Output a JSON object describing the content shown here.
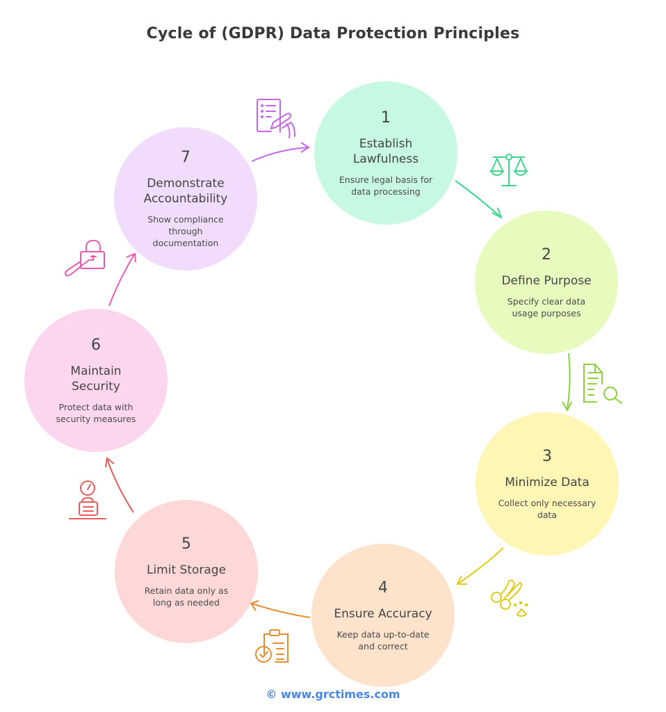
{
  "title": "Cycle of (GDPR) Data Protection Principles",
  "footer": "© www.grctimes.com",
  "steps": [
    {
      "number": "1",
      "heading": "Establish Lawfulness",
      "description": "Ensure legal basis for data processing",
      "icon": "scales-icon",
      "fill": "#c6f8e2",
      "accent": "#3dd68c"
    },
    {
      "number": "2",
      "heading": "Define Purpose",
      "description": "Specify clear data usage purposes",
      "icon": "document-search-icon",
      "fill": "#e8fbbf",
      "accent": "#8bd13b"
    },
    {
      "number": "3",
      "heading": "Minimize Data",
      "description": "Collect only necessary data",
      "icon": "scissors-icon",
      "fill": "#fdf6b5",
      "accent": "#e0cb1a"
    },
    {
      "number": "4",
      "heading": "Ensure Accuracy",
      "description": "Keep data up-to-date and correct",
      "icon": "clipboard-check-icon",
      "fill": "#fde2cc",
      "accent": "#e88a2e"
    },
    {
      "number": "5",
      "heading": "Limit Storage",
      "description": "Retain data only as long as needed",
      "icon": "storage-timer-icon",
      "fill": "#fdd8d6",
      "accent": "#e85b5b"
    },
    {
      "number": "6",
      "heading": "Maintain Security",
      "description": "Protect data with security measures",
      "icon": "lock-key-icon",
      "fill": "#fcd6ee",
      "accent": "#e85ab0"
    },
    {
      "number": "7",
      "heading": "Demonstrate Accountability",
      "description": "Show compliance through documentation",
      "icon": "document-sign-icon",
      "fill": "#f1dcfb",
      "accent": "#c466e8"
    }
  ]
}
